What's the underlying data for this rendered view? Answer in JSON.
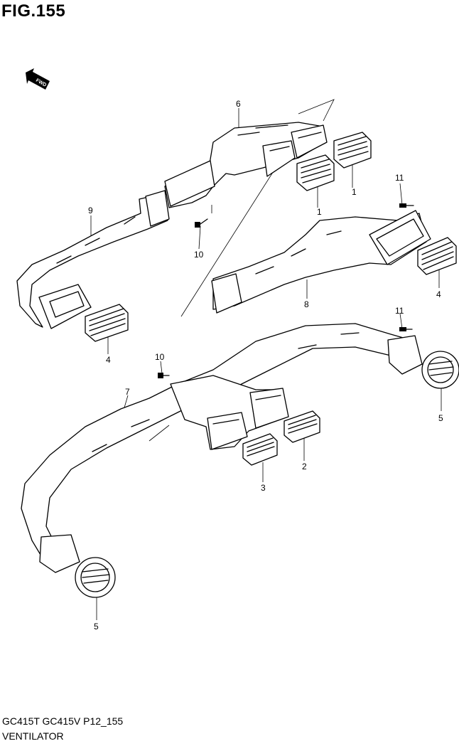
{
  "figure": {
    "title": "FIG.155",
    "fwd_label": "FWD",
    "model_code": "GC415T GC415V P12_155",
    "caption": "VENTILATOR"
  },
  "callouts": {
    "c6": "6",
    "c1a": "1",
    "c1b": "1",
    "c11a": "11",
    "c9": "9",
    "c10a": "10",
    "c8": "8",
    "c4a": "4",
    "c4b": "4",
    "c11b": "11",
    "c10b": "10",
    "c7": "7",
    "c5a": "5",
    "c2": "2",
    "c3": "3",
    "c5b": "5"
  }
}
